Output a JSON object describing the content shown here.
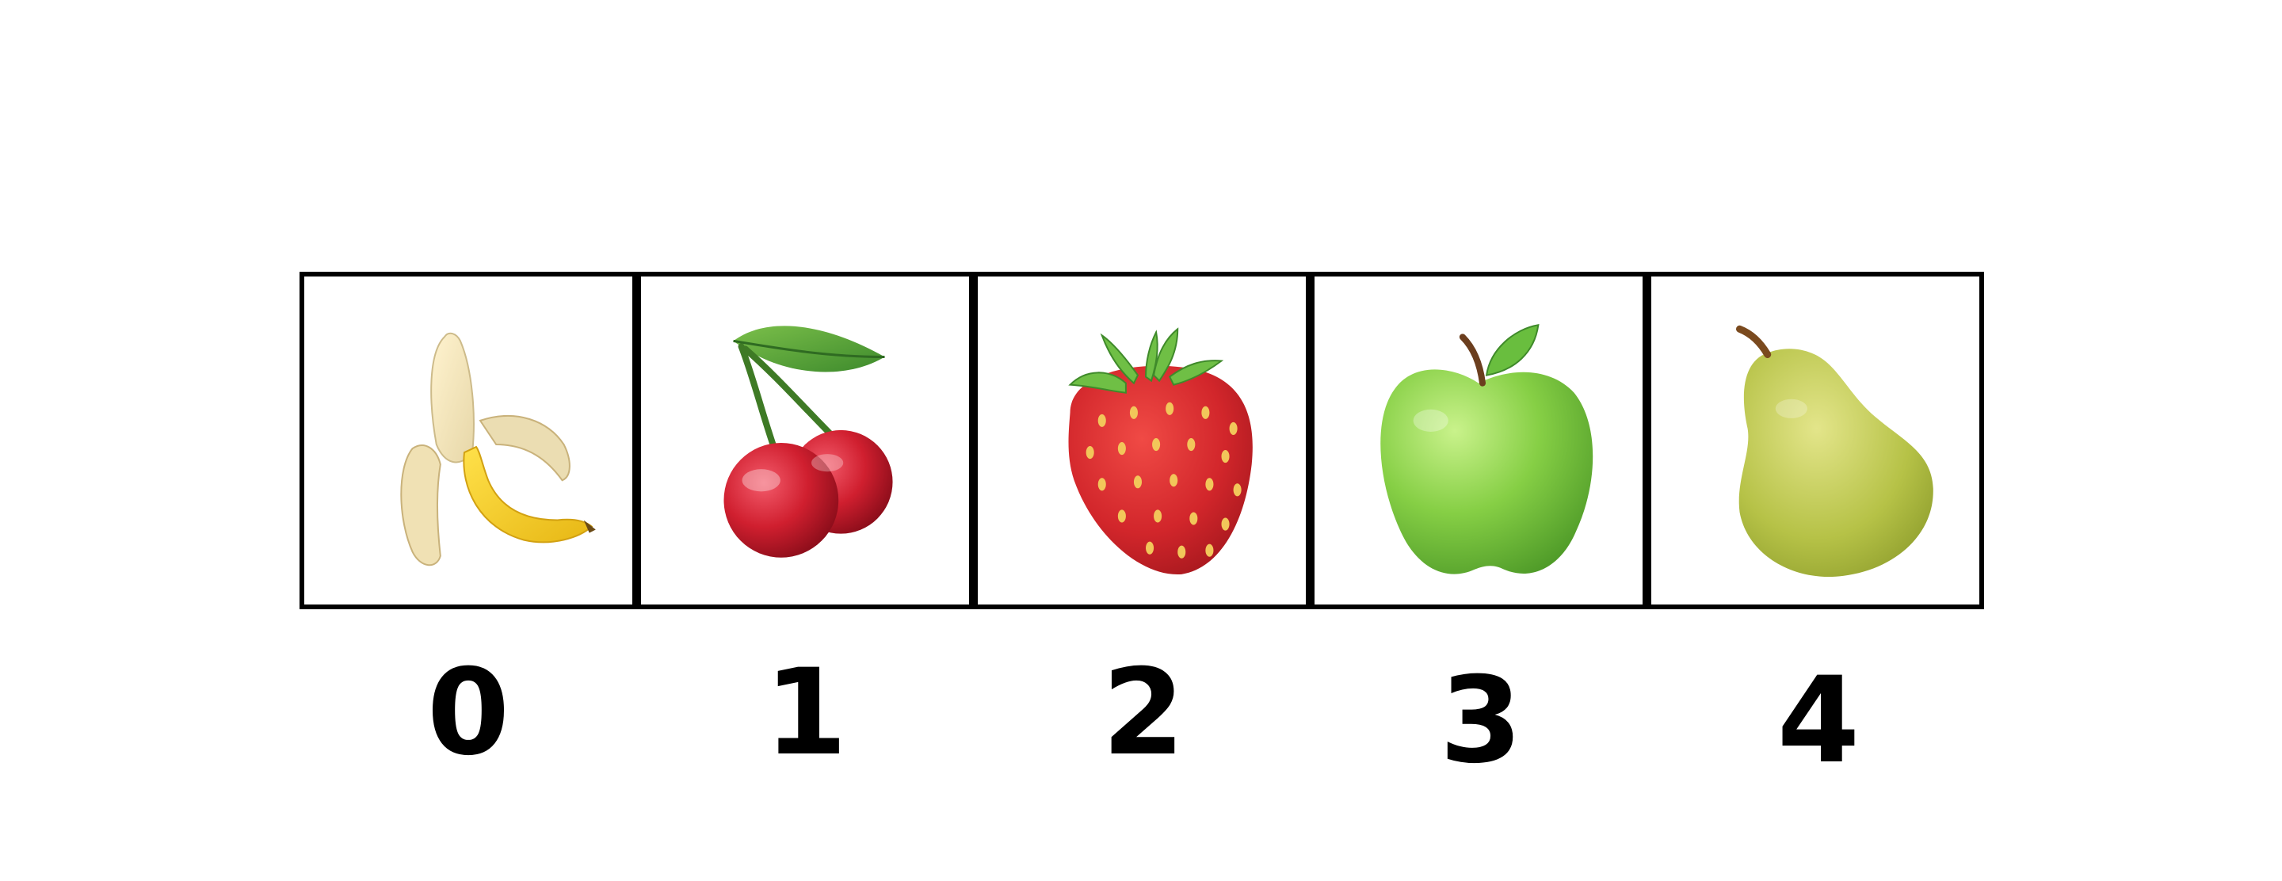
{
  "items": [
    {
      "index_label": "0",
      "icon": "banana-icon",
      "color": "#F2CC2E"
    },
    {
      "index_label": "1",
      "icon": "cherries-icon",
      "color": "#C8162A"
    },
    {
      "index_label": "2",
      "icon": "strawberry-icon",
      "color": "#D0262B"
    },
    {
      "index_label": "3",
      "icon": "green-apple-icon",
      "color": "#7CC63A"
    },
    {
      "index_label": "4",
      "icon": "pear-icon",
      "color": "#B3BF3E"
    }
  ]
}
